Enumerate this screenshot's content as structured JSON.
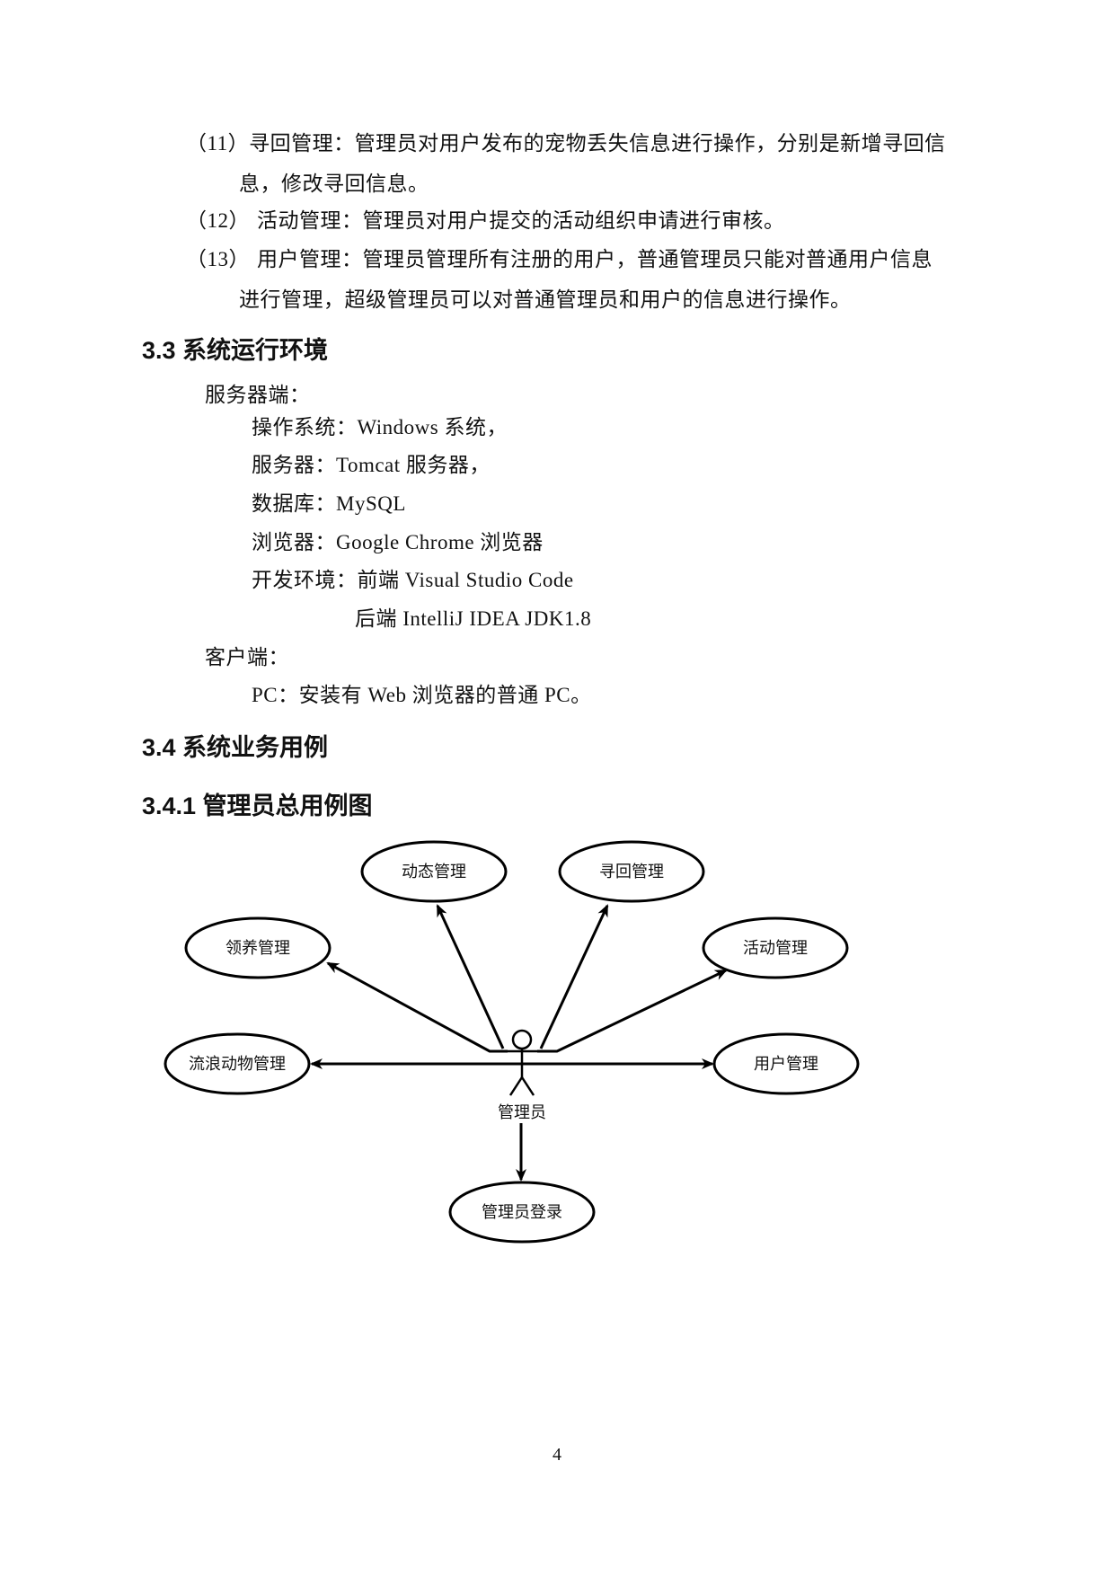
{
  "list_items": [
    {
      "number": "（11）",
      "lines": [
        "寻回管理：管理员对用户发布的宠物丢失信息进行操作，分别是新增寻回信",
        "息，修改寻回信息。"
      ]
    },
    {
      "number": "（12）",
      "lines": [
        "活动管理：管理员对用户提交的活动组织申请进行审核。"
      ]
    },
    {
      "number": "（13）",
      "lines": [
        "用户管理：管理员管理所有注册的用户，普通管理员只能对普通用户信息",
        "进行管理，超级管理员可以对普通管理员和用户的信息进行操作。"
      ]
    }
  ],
  "section_3_3": {
    "title": "3.3 系统运行环境",
    "server_label": "服务器端：",
    "server_items": [
      "操作系统：Windows 系统，",
      "服务器：Tomcat 服务器，",
      "数据库：MySQL",
      "浏览器：Google Chrome 浏览器",
      "开发环境：前端 Visual Studio Code"
    ],
    "dev_env_backend": "后端 IntelliJ IDEA  JDK1.8",
    "client_label": "客户端：",
    "client_item": "PC：安装有 Web 浏览器的普通 PC。"
  },
  "section_3_4": {
    "title": "3.4 系统业务用例"
  },
  "section_3_4_1": {
    "title": "3.4.1 管理员总用例图"
  },
  "diagram": {
    "actor": "管理员",
    "use_cases": {
      "dynamic": "动态管理",
      "retrieve": "寻回管理",
      "adopt": "领养管理",
      "activity": "活动管理",
      "stray": "流浪动物管理",
      "user": "用户管理",
      "login": "管理员登录"
    }
  },
  "page_number": "4"
}
